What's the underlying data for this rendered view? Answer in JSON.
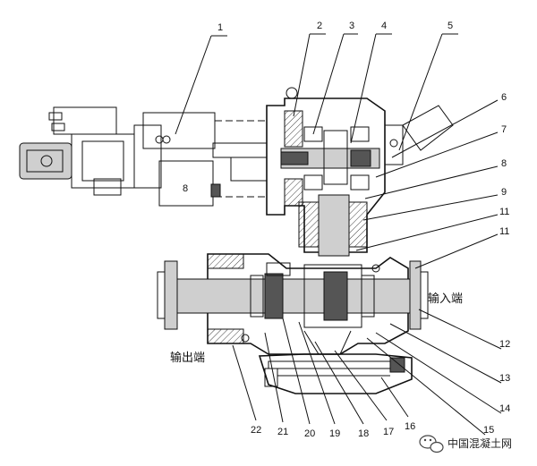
{
  "callouts": {
    "top": [
      "1",
      "2",
      "3",
      "4",
      "5"
    ],
    "right": [
      "6",
      "7",
      "8",
      "9",
      "11",
      "11",
      "12",
      "13",
      "14",
      "15"
    ],
    "bottom": [
      "22",
      "21",
      "20",
      "19",
      "18",
      "17",
      "16"
    ]
  },
  "labels": {
    "input_end": "输入端",
    "output_end": "输出端",
    "small_mark": "8"
  },
  "watermark": {
    "text": "中国混凝土网",
    "icon": "wechat-logo-icon"
  }
}
